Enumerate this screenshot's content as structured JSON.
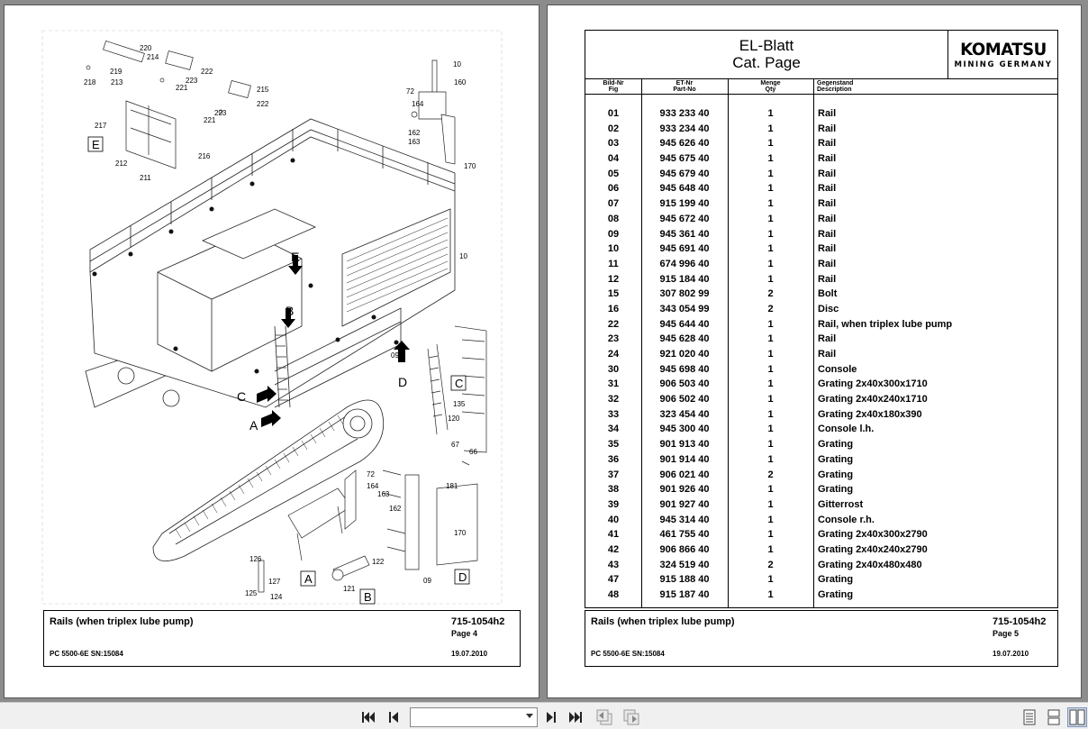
{
  "left_page": {
    "callouts": [
      "220",
      "214",
      "219",
      "222",
      "213",
      "218",
      "223",
      "221",
      "215",
      "222",
      "223",
      "221",
      "217",
      "216",
      "212",
      "211",
      "10",
      "160",
      "72",
      "164",
      "162",
      "163",
      "170",
      "10",
      "09",
      "135",
      "120",
      "67",
      "66",
      "181",
      "72",
      "164",
      "163",
      "162",
      "170",
      "126",
      "127",
      "125",
      "124",
      "122",
      "121",
      "09"
    ],
    "view_labels": {
      "E": "E",
      "C": "C",
      "D": "D",
      "A": "A",
      "B": "B"
    },
    "arrow_labels": {
      "E": "E",
      "B": "B",
      "C": "C",
      "A": "A",
      "D": "D"
    },
    "footer": {
      "title": "Rails (when triplex lube pump)",
      "code": "715-1054h2",
      "page": "Page 4",
      "machine": "PC 5500-6E SN:15084",
      "date": "19.07.2010"
    }
  },
  "right_page": {
    "title": "EL-Blatt",
    "subtitle": "Cat. Page",
    "logo": {
      "brand": "KOMATSU",
      "sub": "MINING GERMANY"
    },
    "columns": {
      "fig_de": "Bild-Nr",
      "fig_en": "Fig",
      "part_de": "ET-Nr",
      "part_en": "Part-No",
      "qty_de": "Menge",
      "qty_en": "Qty",
      "desc_de": "Gegenstand",
      "desc_en": "Description"
    },
    "parts": [
      {
        "fig": "01",
        "part": "933 233 40",
        "qty": "1",
        "desc": "Rail"
      },
      {
        "fig": "02",
        "part": "933 234 40",
        "qty": "1",
        "desc": "Rail"
      },
      {
        "fig": "03",
        "part": "945 626 40",
        "qty": "1",
        "desc": "Rail"
      },
      {
        "fig": "04",
        "part": "945 675 40",
        "qty": "1",
        "desc": "Rail"
      },
      {
        "fig": "05",
        "part": "945 679 40",
        "qty": "1",
        "desc": "Rail"
      },
      {
        "fig": "06",
        "part": "945 648 40",
        "qty": "1",
        "desc": "Rail"
      },
      {
        "fig": "07",
        "part": "915 199 40",
        "qty": "1",
        "desc": "Rail"
      },
      {
        "fig": "08",
        "part": "945 672 40",
        "qty": "1",
        "desc": "Rail"
      },
      {
        "fig": "09",
        "part": "945 361 40",
        "qty": "1",
        "desc": "Rail"
      },
      {
        "fig": "10",
        "part": "945 691 40",
        "qty": "1",
        "desc": "Rail"
      },
      {
        "fig": "11",
        "part": "674 996 40",
        "qty": "1",
        "desc": "Rail"
      },
      {
        "fig": "12",
        "part": "915 184 40",
        "qty": "1",
        "desc": "Rail"
      },
      {
        "fig": "15",
        "part": "307 802 99",
        "qty": "2",
        "desc": "Bolt"
      },
      {
        "fig": "16",
        "part": "343 054 99",
        "qty": "2",
        "desc": "Disc"
      },
      {
        "fig": "22",
        "part": "945 644 40",
        "qty": "1",
        "desc": "Rail, when triplex lube pump"
      },
      {
        "fig": "23",
        "part": "945 628 40",
        "qty": "1",
        "desc": "Rail"
      },
      {
        "fig": "24",
        "part": "921 020 40",
        "qty": "1",
        "desc": "Rail"
      },
      {
        "fig": "30",
        "part": "945 698 40",
        "qty": "1",
        "desc": "Console"
      },
      {
        "fig": "31",
        "part": "906 503 40",
        "qty": "1",
        "desc": "Grating 2x40x300x1710"
      },
      {
        "fig": "32",
        "part": "906 502 40",
        "qty": "1",
        "desc": "Grating 2x40x240x1710"
      },
      {
        "fig": "33",
        "part": "323 454 40",
        "qty": "1",
        "desc": "Grating 2x40x180x390"
      },
      {
        "fig": "34",
        "part": "945 300 40",
        "qty": "1",
        "desc": "Console l.h."
      },
      {
        "fig": "35",
        "part": "901 913 40",
        "qty": "1",
        "desc": "Grating"
      },
      {
        "fig": "36",
        "part": "901 914 40",
        "qty": "1",
        "desc": "Grating"
      },
      {
        "fig": "37",
        "part": "906 021 40",
        "qty": "2",
        "desc": "Grating"
      },
      {
        "fig": "38",
        "part": "901 926 40",
        "qty": "1",
        "desc": "Grating"
      },
      {
        "fig": "39",
        "part": "901 927 40",
        "qty": "1",
        "desc": "Gitterrost"
      },
      {
        "fig": "40",
        "part": "945 314 40",
        "qty": "1",
        "desc": "Console r.h."
      },
      {
        "fig": "41",
        "part": "461 755 40",
        "qty": "1",
        "desc": "Grating 2x40x300x2790"
      },
      {
        "fig": "42",
        "part": "906 866 40",
        "qty": "1",
        "desc": "Grating 2x40x240x2790"
      },
      {
        "fig": "43",
        "part": "324 519 40",
        "qty": "2",
        "desc": "Grating 2x40x480x480"
      },
      {
        "fig": "47",
        "part": "915 188 40",
        "qty": "1",
        "desc": "Grating"
      },
      {
        "fig": "48",
        "part": "915 187 40",
        "qty": "1",
        "desc": "Grating"
      }
    ],
    "footer": {
      "title": "Rails (when triplex lube pump)",
      "code": "715-1054h2",
      "page": "Page 5",
      "machine": "PC 5500-6E SN:15084",
      "date": "19.07.2010"
    }
  },
  "toolbar": {
    "page_value": "",
    "icons": [
      "first-page-icon",
      "previous-page-icon",
      "next-page-icon",
      "last-page-icon",
      "back-icon",
      "forward-icon",
      "single-page-icon",
      "continuous-page-icon",
      "two-page-icon"
    ]
  }
}
